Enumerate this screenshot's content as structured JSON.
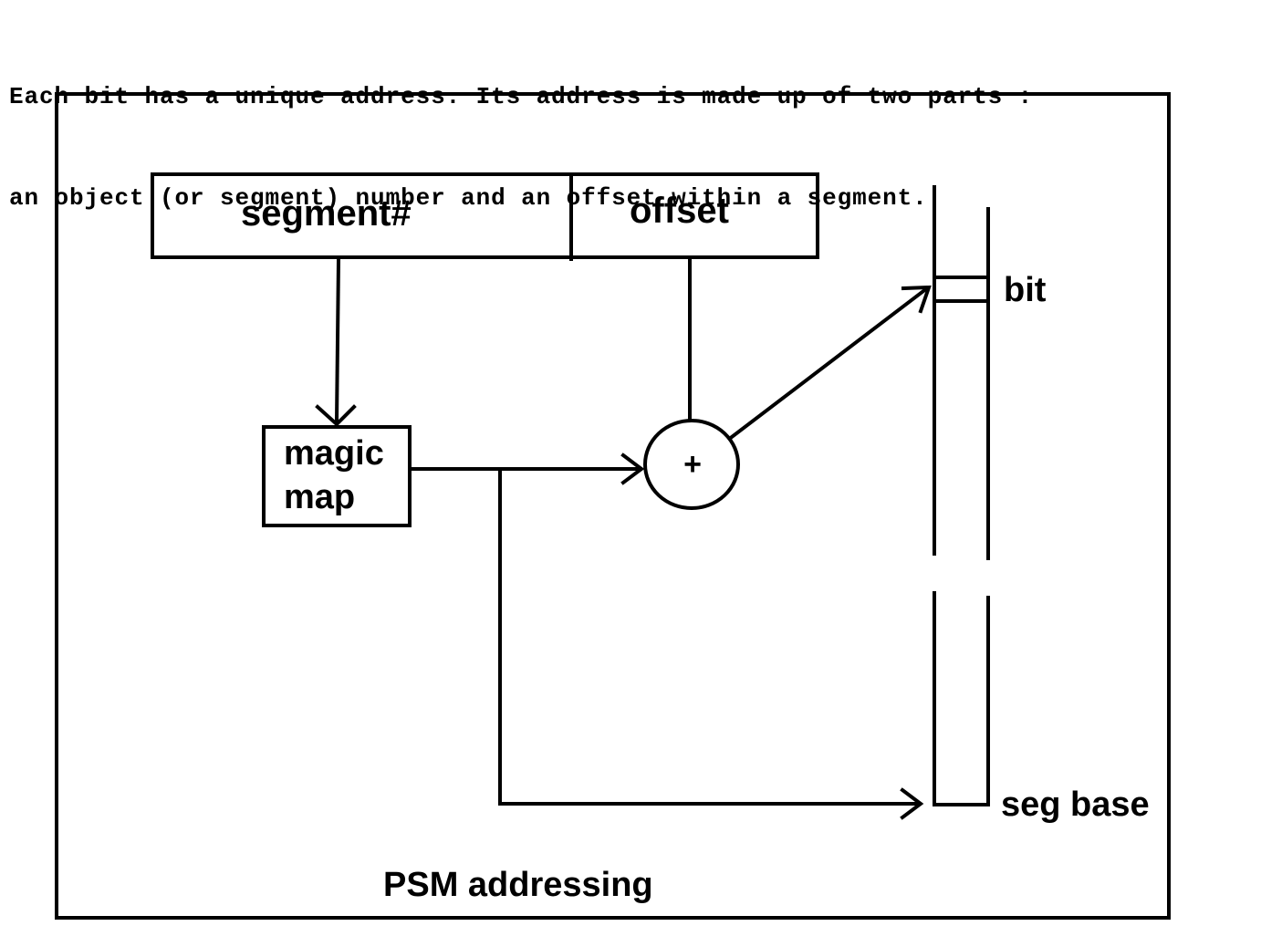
{
  "intro": {
    "line1": "Each bit has a unique address. Its address is made up of two parts :",
    "line2": "an object (or segment) number and an offset within a segment."
  },
  "diagram": {
    "caption": "PSM addressing",
    "address_fields": {
      "segment": "segment#",
      "offset": "offset"
    },
    "magic_map": {
      "line1": "magic",
      "line2": "map"
    },
    "adder_symbol": "+",
    "memory": {
      "bit_label": "bit",
      "seg_base_label": "seg base"
    }
  }
}
